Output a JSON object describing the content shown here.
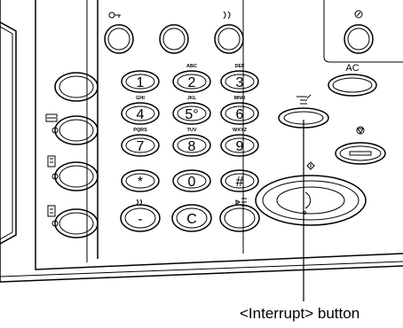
{
  "keypad": {
    "row1": [
      {
        "digit": "1",
        "letters": ""
      },
      {
        "digit": "2",
        "letters": "ABC"
      },
      {
        "digit": "3",
        "letters": "DEF"
      }
    ],
    "row2": [
      {
        "digit": "4",
        "letters": "GHI"
      },
      {
        "digit": "5°",
        "letters": "JKL"
      },
      {
        "digit": "6",
        "letters": "MNO"
      }
    ],
    "row3": [
      {
        "digit": "7",
        "letters": "PQRS"
      },
      {
        "digit": "8",
        "letters": "TUV"
      },
      {
        "digit": "9",
        "letters": "WXYZ"
      }
    ],
    "row4": [
      {
        "digit": "*",
        "letters": ""
      },
      {
        "digit": "0",
        "letters": ""
      },
      {
        "digit": "#",
        "letters": ""
      }
    ],
    "bottom_row": [
      "-",
      "C",
      ""
    ]
  },
  "ac_label": "AC",
  "callout_label": "<Interrupt> button",
  "colors": {
    "line": "#000000",
    "panel": "#ffffff"
  }
}
